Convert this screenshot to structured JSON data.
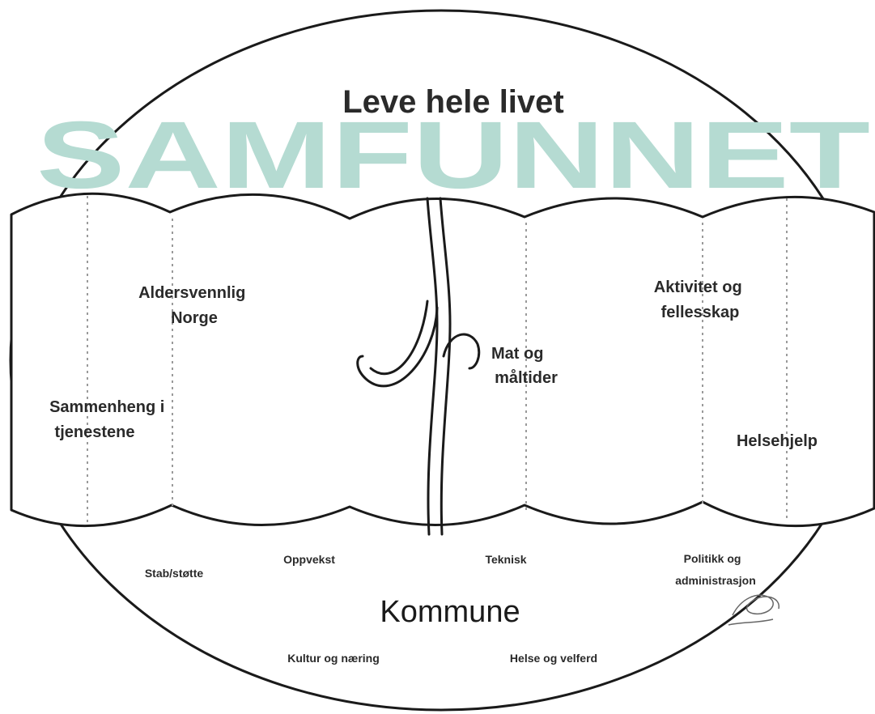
{
  "colors": {
    "background": "#ffffff",
    "outline": "#1a1a1a",
    "samfunnet_watermark": "#b5dbd2",
    "text": "#2a2a2a"
  },
  "samfunnet_watermark": "SAMFUNNET",
  "top_title": "Leve hele livet",
  "reform_areas": {
    "aldersvennlig": [
      "Aldersvennlig",
      "Norge"
    ],
    "sammenheng": [
      "Sammenheng i",
      "tjenestene"
    ],
    "mat": [
      "Mat og",
      "måltider"
    ],
    "aktivitet": [
      "Aktivitet og",
      "fellesskap"
    ],
    "helsehjelp": "Helsehjelp"
  },
  "kommune": {
    "title": "Kommune",
    "sectors": {
      "stab": "Stab/støtte",
      "oppvekst": "Oppvekst",
      "teknisk": "Teknisk",
      "politikk": [
        "Politikk og",
        "administrasjon"
      ],
      "kultur": "Kultur og næring",
      "helse": "Helse og velferd"
    }
  },
  "icons": {
    "plant": "sprouting-stem-icon",
    "signature": "signature-mark-icon"
  }
}
